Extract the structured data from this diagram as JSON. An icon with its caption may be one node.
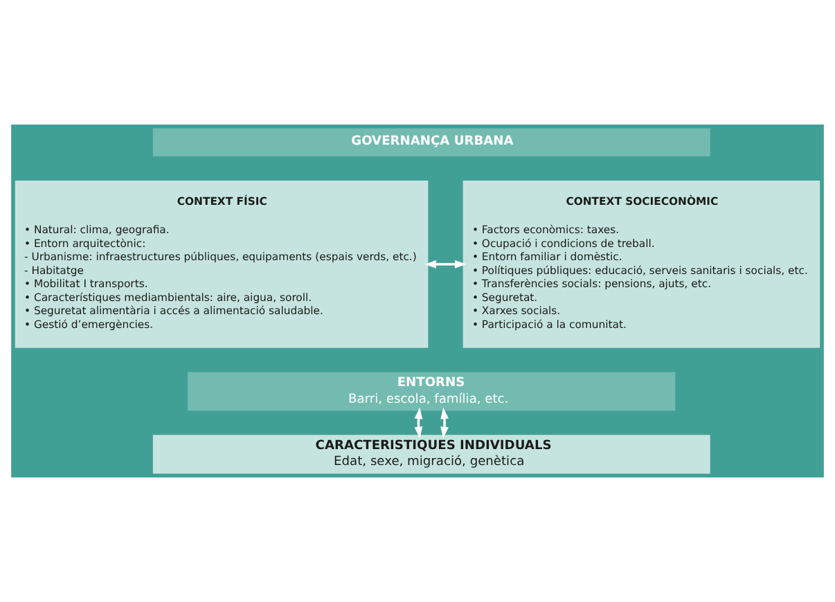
{
  "diagram": {
    "nodes": [
      {
        "text": [
          "GOVERNANÇA URBANA"
        ]
      },
      {
        "text": [
          "CONTEXT FÍSIC",
          "• Natural: clima, geografia.",
          "• Entorn arquitectònic:",
          "- Urbanisme: infraestructures públiques, equipaments (espais verds, etc.)",
          "- Habitatge",
          "• Mobilitat I transports.",
          "• Característiques mediambientals: aire, aigua, soroll.",
          "• Seguretat alimentària i accés a alimentació saludable.",
          "• Gestió d’emergències."
        ]
      },
      {
        "text": [
          "CONTEXT SOCIECONÒMIC",
          "• Factors econòmics: taxes.",
          "• Ocupació i condicions de treball.",
          "• Entorn familiar i domèstic.",
          "• Polítiques públiques: educació, serveis sanitaris i socials, etc.",
          "• Transferències socials: pensions, ajuts, etc.",
          "• Seguretat.",
          "• Xarxes socials.",
          "• Participació a la comunitat."
        ]
      },
      {
        "text": [
          "ENTORNS",
          "Barri, escola, família, etc."
        ]
      },
      {
        "text": [
          "CARACTERISTIQUES INDIVIDUALS",
          "Edat, sexe, migració, genètica"
        ]
      }
    ],
    "edges": [
      {
        "from": 1,
        "to": 2,
        "arrow": "both"
      },
      {
        "from": 3,
        "to": 4,
        "arrow": "both"
      },
      {
        "from": 3,
        "to": 4,
        "arrow": "both"
      }
    ]
  }
}
